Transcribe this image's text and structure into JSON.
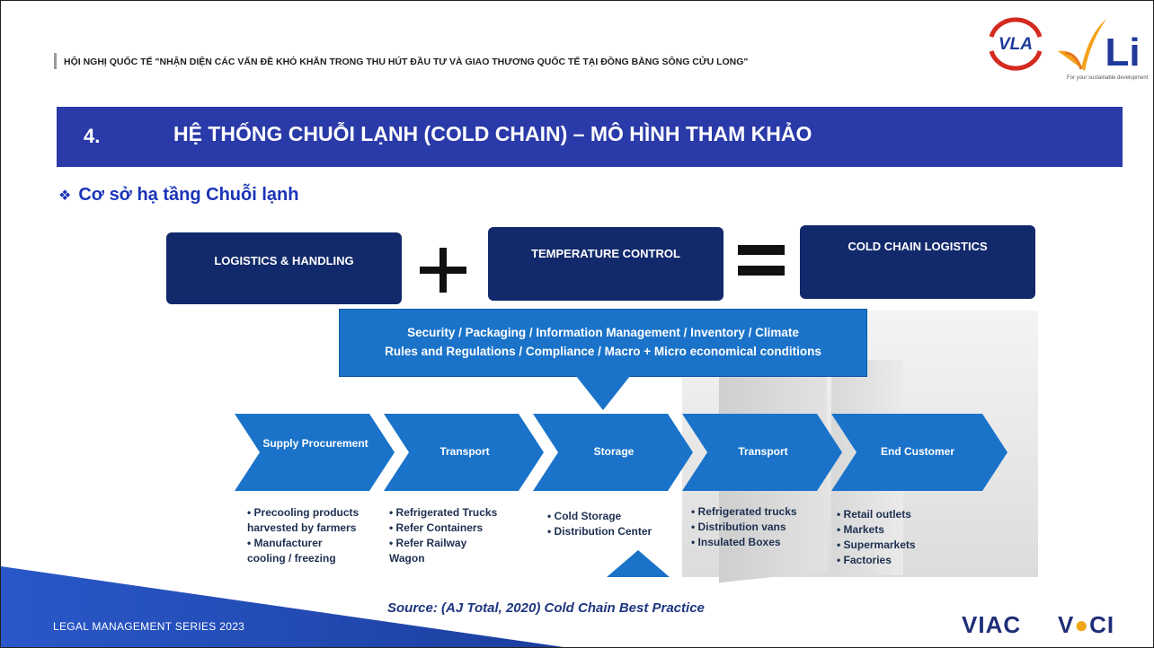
{
  "conference_title": "HỘI NGHỊ QUỐC TẾ \"NHẬN DIỆN CÁC VẤN ĐỀ KHÓ KHĂN TRONG THU HÚT ĐẦU TƯ VÀ GIAO THƯƠNG QUỐC TẾ TẠI ĐỒNG BẰNG SÔNG CỬU LONG\"",
  "logos": {
    "vla": "VLA",
    "li": "Li",
    "li_tagline": "For your sustainable development",
    "viac": "VIAC",
    "vcci": "VCCI"
  },
  "section": {
    "number": "4.",
    "title": "HỆ THỐNG CHUỖI LẠNH (COLD CHAIN) – MÔ HÌNH THAM KHẢO"
  },
  "subheading": "Cơ sở hạ tầng Chuỗi lạnh",
  "diagram": {
    "box_left": "LOGISTICS & HANDLING",
    "operator_plus": "+",
    "box_middle": "TEMPERATURE CONTROL",
    "operator_equals": "=",
    "box_right": "COLD CHAIN LOGISTICS",
    "banner_line1": "Security / Packaging / Information Management / Inventory / Climate",
    "banner_line2": "Rules and Regulations / Compliance / Macro + Micro economical conditions",
    "stages": [
      {
        "label": "Supply Procurement",
        "items": [
          "• Precooling products",
          "harvested by farmers",
          "• Manufacturer",
          "cooling / freezing"
        ]
      },
      {
        "label": "Transport",
        "items": [
          "• Refrigerated Trucks",
          "• Refer Containers",
          "• Refer Railway",
          "Wagon"
        ]
      },
      {
        "label": "Storage",
        "items": [
          "• Cold Storage",
          "• Distribution Center"
        ]
      },
      {
        "label": "Transport",
        "items": [
          "• Refrigerated trucks",
          "• Distribution vans",
          "• Insulated Boxes"
        ]
      },
      {
        "label": "End Customer",
        "items": [
          "• Retail outlets",
          "• Markets",
          "• Supermarkets",
          "• Factories"
        ]
      }
    ]
  },
  "source": "Source: (AJ Total, 2020) Cold Chain Best Practice",
  "footer": {
    "series": "LEGAL MANAGEMENT SERIES 2023"
  },
  "colors": {
    "section_band": "#2a3aa8",
    "dark_box": "#12296b",
    "chevron": "#1a73c9",
    "subheading": "#1b34b8"
  }
}
